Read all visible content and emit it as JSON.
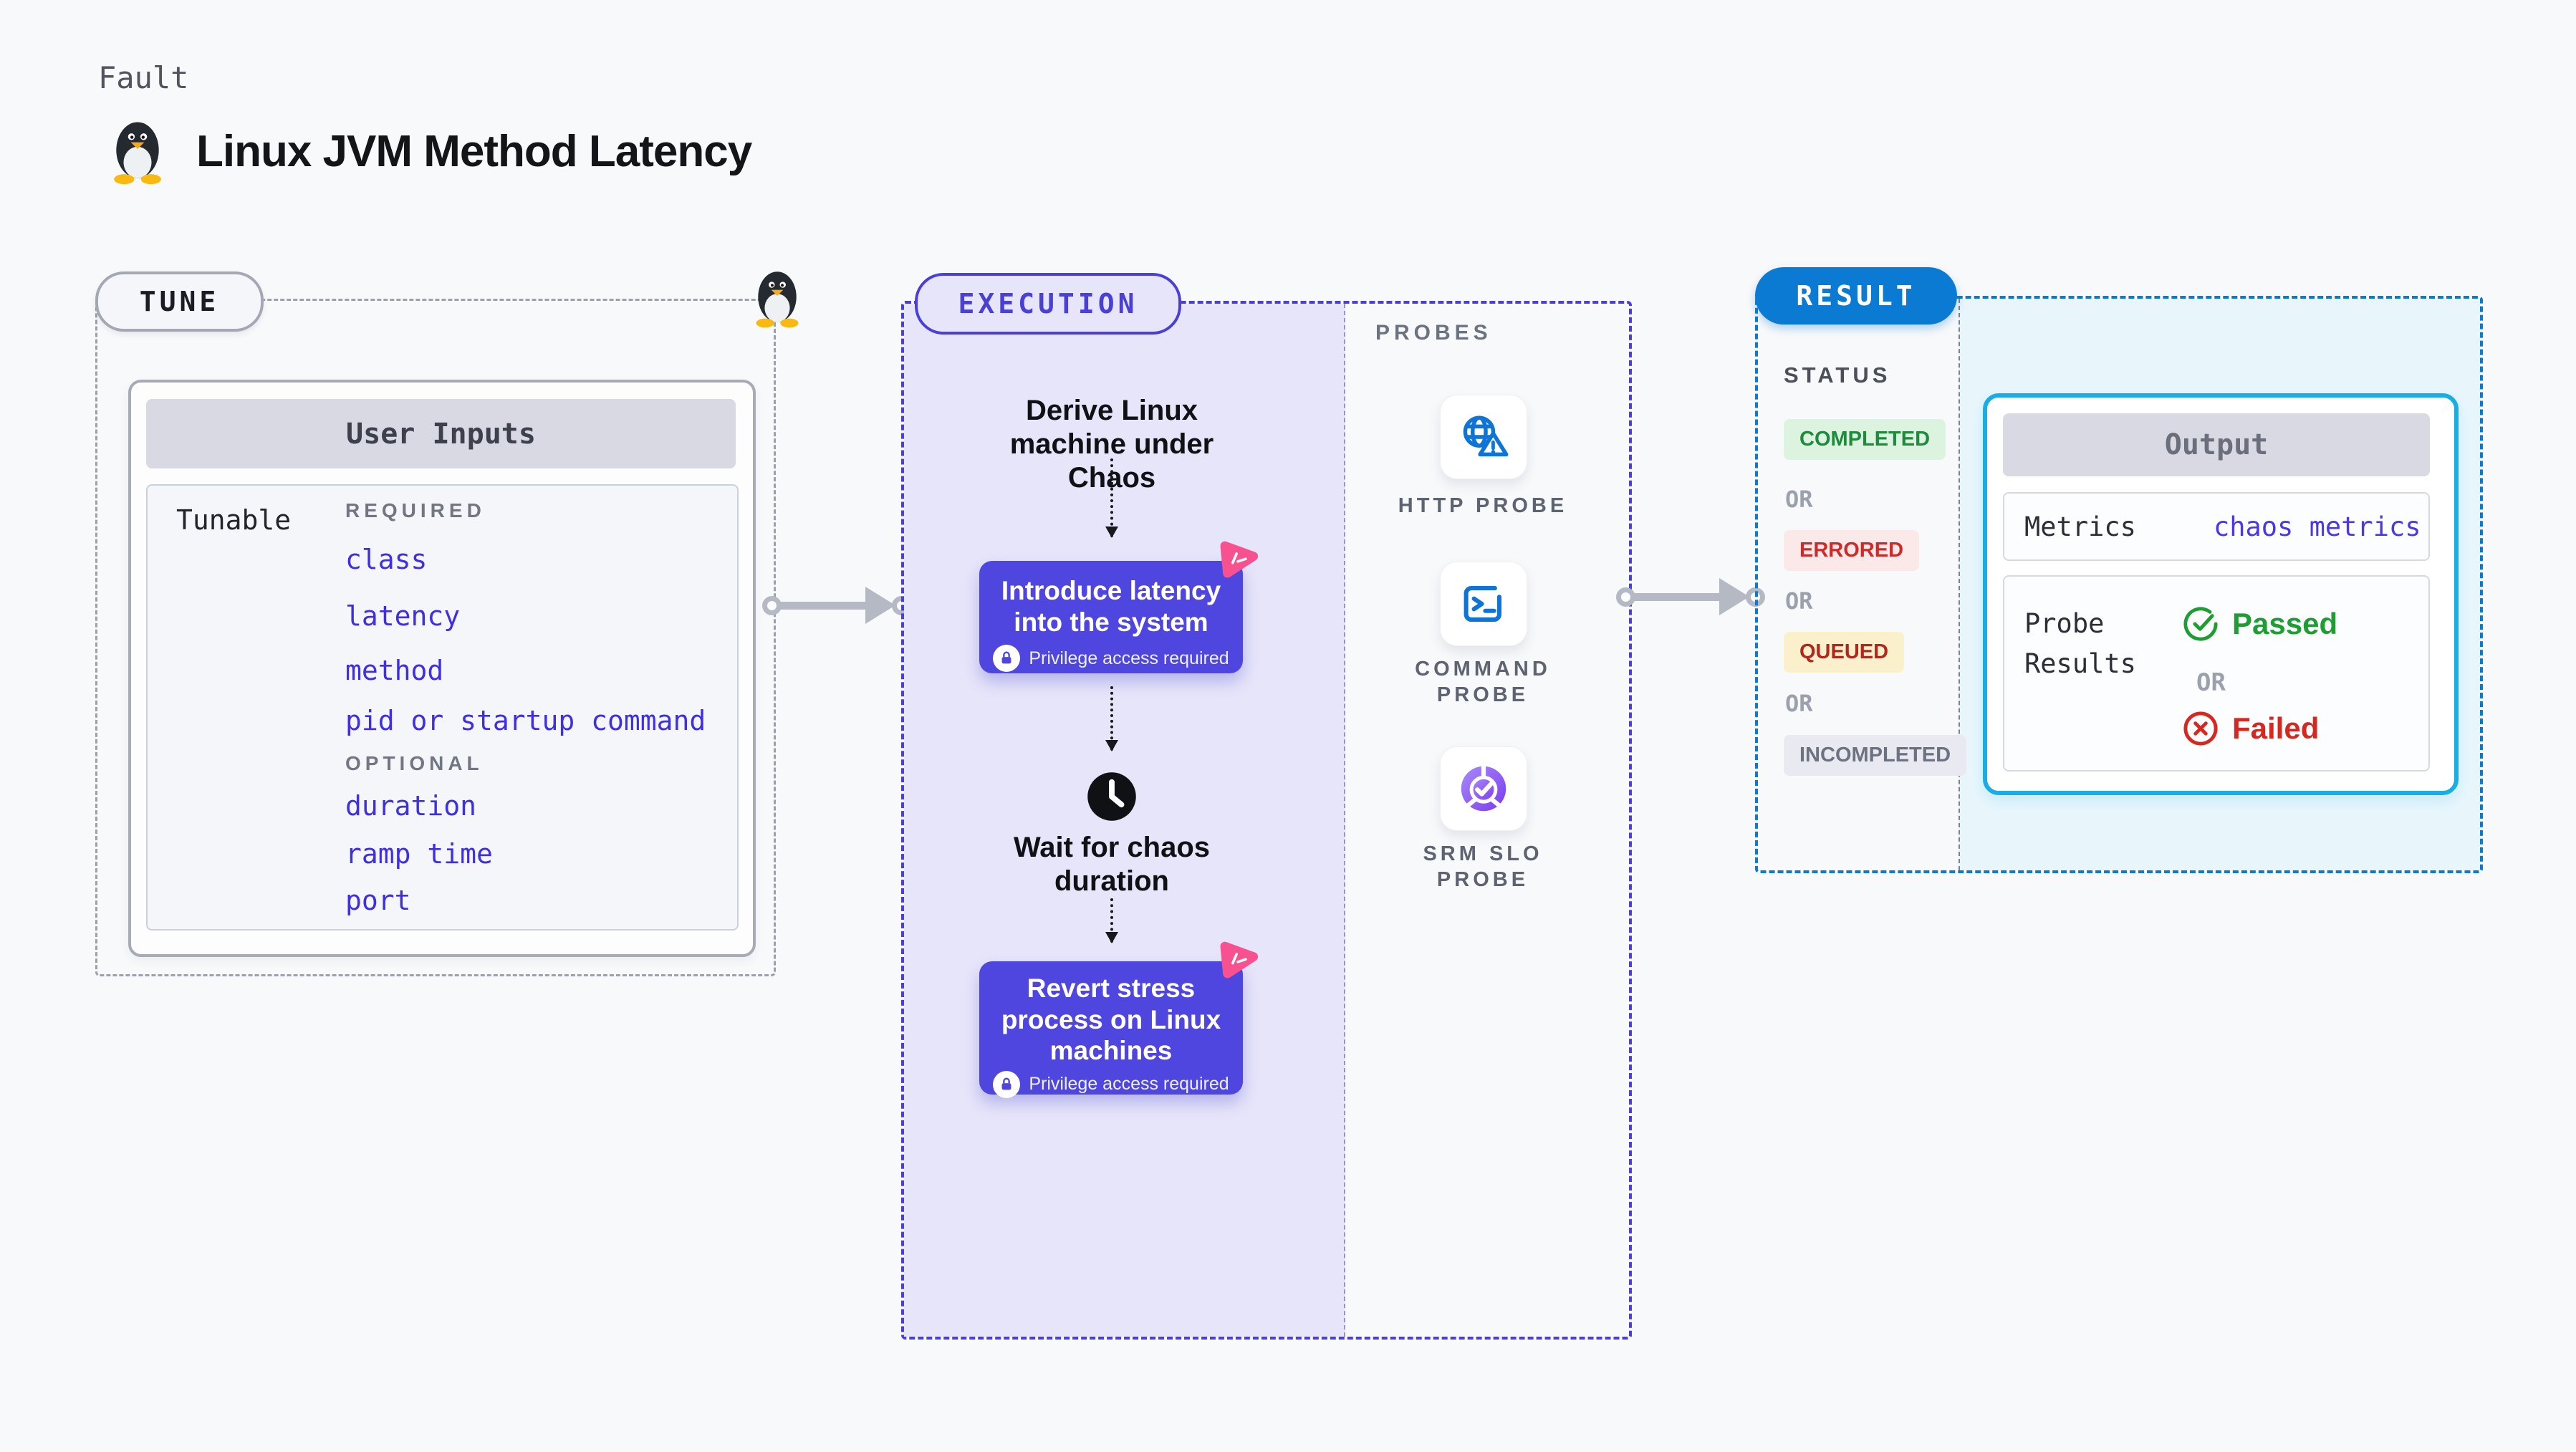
{
  "header": {
    "eyebrow": "Fault",
    "title": "Linux JVM Method Latency",
    "title_icon": "linux-penguin"
  },
  "tune": {
    "label": "TUNE",
    "table": {
      "header": "User Inputs",
      "row_label": "Tunable",
      "required_label": "REQUIRED",
      "required_items": [
        "class",
        "latency",
        "method",
        "pid or startup command"
      ],
      "optional_label": "OPTIONAL",
      "optional_items": [
        "duration",
        "ramp time",
        "port"
      ]
    }
  },
  "execution": {
    "label": "EXECUTION",
    "steps": [
      {
        "type": "text",
        "label": "Derive Linux machine under Chaos"
      },
      {
        "type": "action",
        "label": "Introduce latency into the system",
        "badge": "Privilege access required"
      },
      {
        "type": "wait",
        "label": "Wait for chaos duration"
      },
      {
        "type": "action",
        "label": "Revert stress process on Linux machines",
        "badge": "Privilege access required"
      }
    ]
  },
  "probes": {
    "label": "PROBES",
    "items": [
      {
        "name": "HTTP PROBE",
        "icon": "globe-alert-icon"
      },
      {
        "name": "COMMAND PROBE",
        "icon": "terminal-icon"
      },
      {
        "name": "SRM SLO PROBE",
        "icon": "slo-pie-check-icon"
      }
    ]
  },
  "result": {
    "label": "RESULT",
    "status": {
      "heading": "STATUS",
      "or": "OR",
      "items": [
        {
          "label": "COMPLETED",
          "color": "#1d8a3c",
          "bg": "#dcf3df"
        },
        {
          "label": "ERRORED",
          "color": "#cf2a2a",
          "bg": "#fbe9e9"
        },
        {
          "label": "QUEUED",
          "color": "#b3261e",
          "bg": "#faf0cc"
        },
        {
          "label": "INCOMPLETED",
          "color": "#6d7280",
          "bg": "#e9eaf1"
        }
      ]
    },
    "output": {
      "header": "Output",
      "metrics_label": "Metrics",
      "metrics_value": "chaos metrics",
      "probe_results_label": "Probe Results",
      "passed": "Passed",
      "or": "OR",
      "failed": "Failed"
    }
  },
  "colors": {
    "page_bg": "#f8f9fb",
    "exec_purple": "#4f46e0",
    "exec_lavender": "#e6e5fa",
    "exec_border": "#4a40d8",
    "result_blue": "#0b7ad3",
    "output_border": "#19ade5",
    "output_bg": "#e8f6fc",
    "link_blue": "#3e2fe2",
    "probe_icon_blue": "#0e74d6",
    "chaos_pink": "#f8518f",
    "arrow_gray": "#b5b9c4",
    "passed_green": "#1d9e32",
    "failed_red": "#d6281e"
  }
}
